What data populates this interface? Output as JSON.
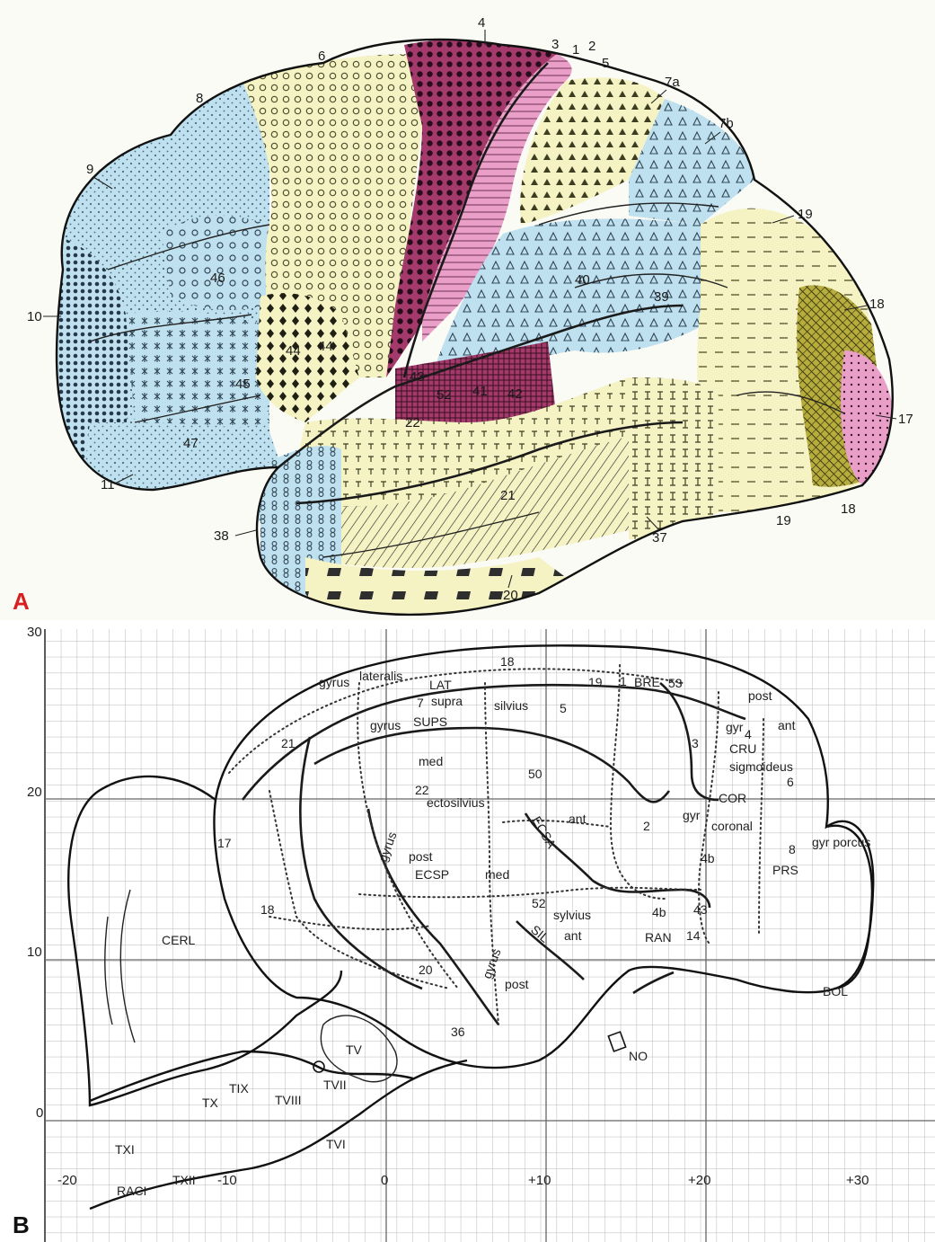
{
  "panels": {
    "a": {
      "letter": "A"
    },
    "b": {
      "letter": "B"
    }
  },
  "colors": {
    "blue": "#bfe0ee",
    "yellow": "#f5f3c4",
    "pink": "#ea9fc8",
    "maroon": "#a43a6b",
    "olive": "#b7ad3c",
    "hatch": "#2e2e2e",
    "grid": "#b8b8b8"
  },
  "panel_a_labels": [
    "4",
    "3",
    "1",
    "2",
    "5",
    "6",
    "8",
    "7a",
    "7b",
    "9",
    "19",
    "46",
    "10",
    "18",
    "40",
    "39",
    "44",
    "44",
    "43",
    "52",
    "41",
    "42",
    "45",
    "17",
    "22",
    "47",
    "11",
    "21",
    "38",
    "37",
    "19",
    "18",
    "20"
  ],
  "panel_b": {
    "y_ticks": [
      "30",
      "20",
      "10",
      "0"
    ],
    "x_ticks": [
      "-20",
      "-10",
      "0",
      "+10",
      "+20",
      "+30"
    ],
    "labels": [
      "BRE",
      "18",
      "19",
      "1",
      "53",
      "LAT",
      "gyrus",
      "lateralis",
      "7",
      "supra",
      "silvius",
      "5",
      "SUPS",
      "gyrus",
      "post",
      "gyr",
      "ant",
      "4",
      "CRU",
      "sigmoideus",
      "3",
      "21",
      "med",
      "50",
      "22",
      "ectosilvius",
      "6",
      "COR",
      "gyrus",
      "ECSA",
      "ant",
      "2",
      "gyr",
      "coronal",
      "8",
      "gyr porcus",
      "17",
      "post",
      "ECSP",
      "med",
      "4b",
      "PRS",
      "18",
      "52",
      "sylvius",
      "4b",
      "43",
      "CERL",
      "SIL",
      "ant",
      "RAN",
      "14",
      "20",
      "gyrus",
      "post",
      "BOL",
      "36",
      "NO",
      "TV",
      "TVII",
      "TIX",
      "TX",
      "TVIII",
      "TXI",
      "TVI",
      "TXII",
      "RACI"
    ]
  }
}
